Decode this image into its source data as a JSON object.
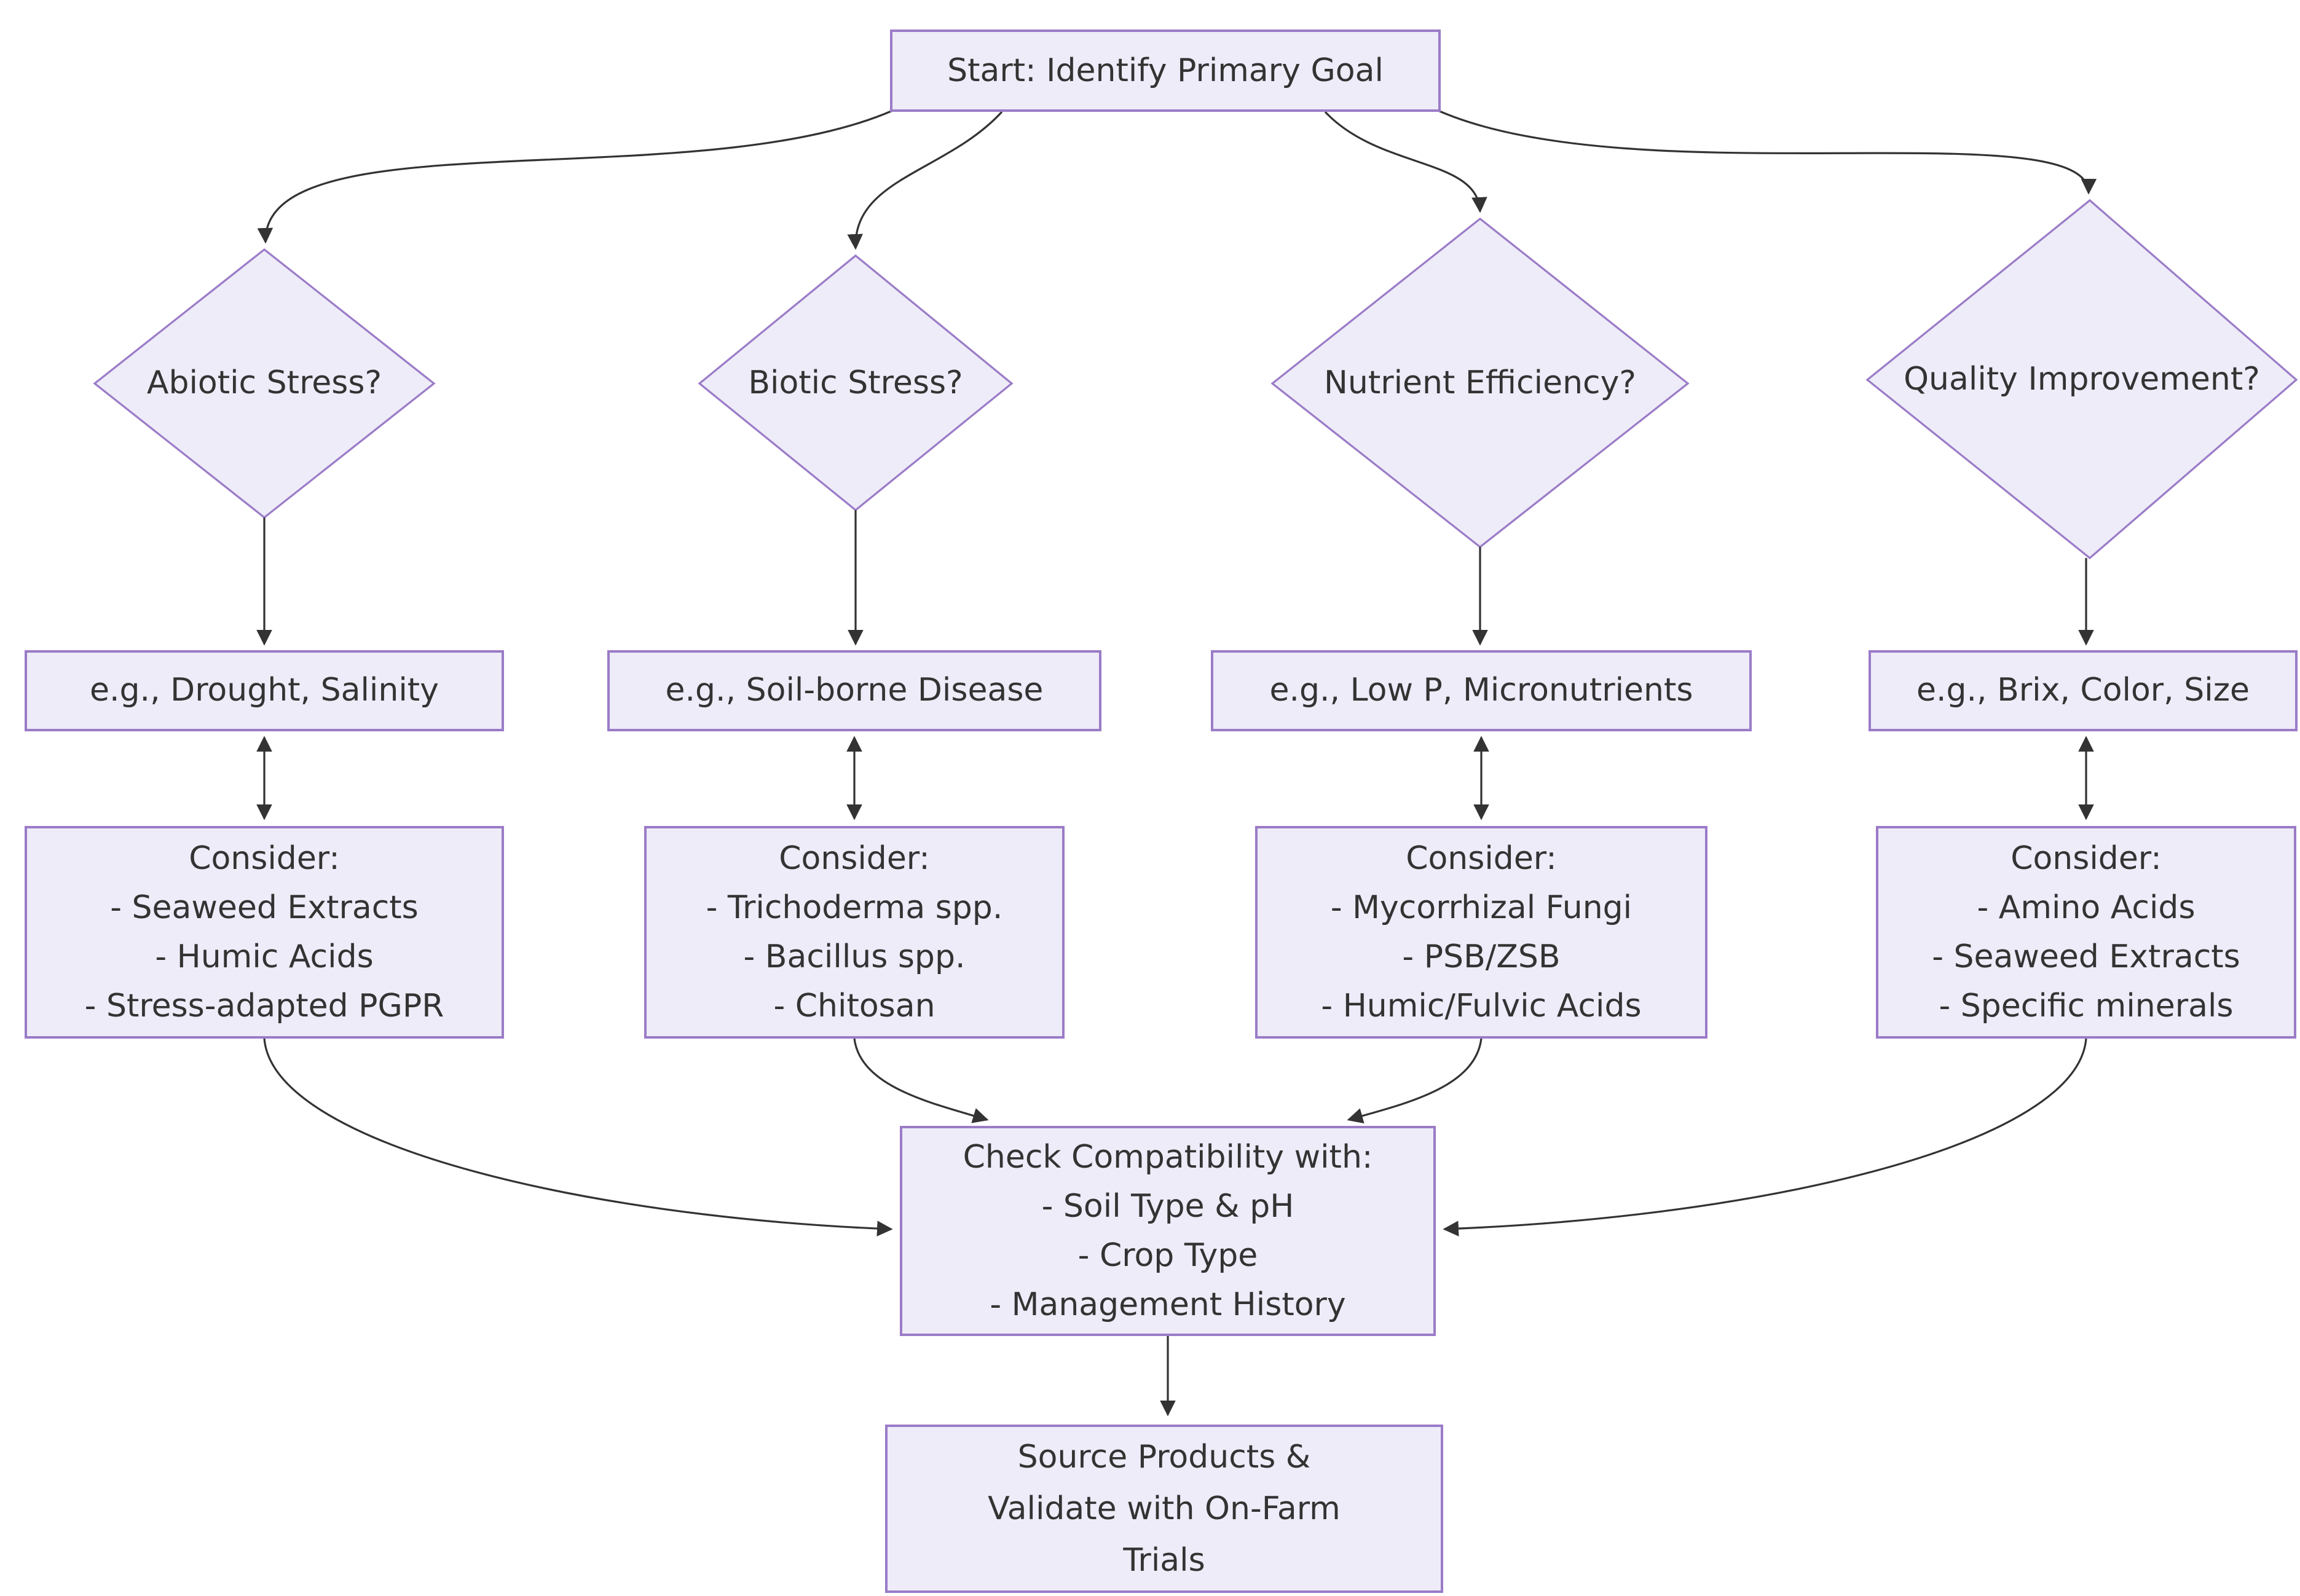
{
  "diagram": {
    "type": "flowchart",
    "background": "#ffffff",
    "node_fill": "#EDECF8",
    "node_border": "#9B7BC8",
    "edge_color": "#333333",
    "text_color": "#333333",
    "nodes": {
      "start": {
        "label": "Start: Identify Primary Goal"
      },
      "decisions": [
        {
          "label": "Abiotic Stress?"
        },
        {
          "label": "Biotic Stress?"
        },
        {
          "label": "Nutrient Efficiency?"
        },
        {
          "label": "Quality Improvement?"
        }
      ],
      "examples": [
        {
          "label": "e.g., Drought, Salinity"
        },
        {
          "label": "e.g., Soil-borne Disease"
        },
        {
          "label": "e.g., Low P, Micronutrients"
        },
        {
          "label": "e.g., Brix, Color, Size"
        }
      ],
      "consider": [
        {
          "title": "Consider:",
          "items": [
            "- Seaweed Extracts",
            "- Humic Acids",
            "- Stress-adapted PGPR"
          ]
        },
        {
          "title": "Consider:",
          "items": [
            "- Trichoderma spp.",
            "- Bacillus spp.",
            "- Chitosan"
          ]
        },
        {
          "title": "Consider:",
          "items": [
            "- Mycorrhizal Fungi",
            "- PSB/ZSB",
            "- Humic/Fulvic Acids"
          ]
        },
        {
          "title": "Consider:",
          "items": [
            "- Amino Acids",
            "- Seaweed Extracts",
            "- Specific minerals"
          ]
        }
      ],
      "compatibility": {
        "title": "Check Compatibility with:",
        "items": [
          "- Soil Type & pH",
          "- Crop Type",
          "- Management History"
        ]
      },
      "final": {
        "lines": [
          "Source Products &",
          "Validate with On-Farm",
          "Trials"
        ]
      }
    },
    "edges": [
      {
        "from": "start",
        "to": "decision-abiotic",
        "arrow": "end"
      },
      {
        "from": "start",
        "to": "decision-biotic",
        "arrow": "end"
      },
      {
        "from": "start",
        "to": "decision-nutrient",
        "arrow": "end"
      },
      {
        "from": "start",
        "to": "decision-quality",
        "arrow": "end"
      },
      {
        "from": "decision-abiotic",
        "to": "example-1",
        "arrow": "end"
      },
      {
        "from": "decision-biotic",
        "to": "example-2",
        "arrow": "end"
      },
      {
        "from": "decision-nutrient",
        "to": "example-3",
        "arrow": "end"
      },
      {
        "from": "decision-quality",
        "to": "example-4",
        "arrow": "end"
      },
      {
        "from": "example-1",
        "to": "consider-1",
        "arrow": "both"
      },
      {
        "from": "example-2",
        "to": "consider-2",
        "arrow": "both"
      },
      {
        "from": "example-3",
        "to": "consider-3",
        "arrow": "both"
      },
      {
        "from": "example-4",
        "to": "consider-4",
        "arrow": "both"
      },
      {
        "from": "consider-1",
        "to": "compatibility",
        "arrow": "end"
      },
      {
        "from": "consider-2",
        "to": "compatibility",
        "arrow": "end"
      },
      {
        "from": "consider-3",
        "to": "compatibility",
        "arrow": "end"
      },
      {
        "from": "consider-4",
        "to": "compatibility",
        "arrow": "end"
      },
      {
        "from": "compatibility",
        "to": "final",
        "arrow": "end"
      }
    ]
  }
}
